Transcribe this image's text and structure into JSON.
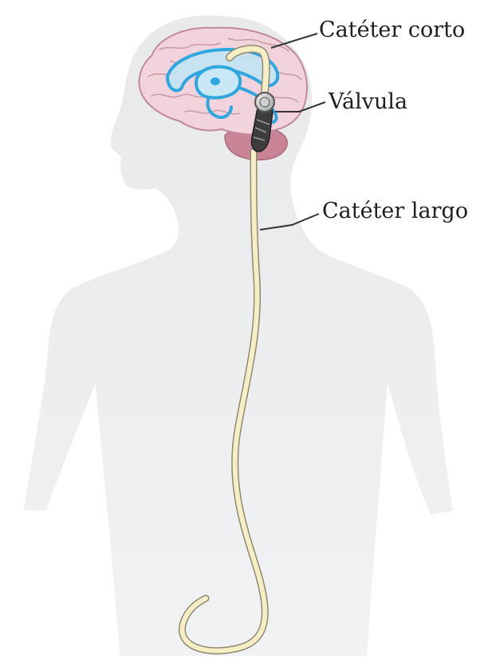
{
  "labels": {
    "short_catheter": "Catéter corto",
    "valve": "Válvula",
    "long_catheter": "Catéter largo"
  },
  "colors": {
    "silhouette": "#e6e7e8",
    "brain": "#f0cfd9",
    "brain_outline": "#c58fa0",
    "cerebellum": "#c98597",
    "ventricles": "#2ea7e0",
    "catheter": "#f6efc6",
    "catheter_outline": "#8f8a72",
    "valve": "#d9d9d9",
    "leader_line": "#333333"
  }
}
